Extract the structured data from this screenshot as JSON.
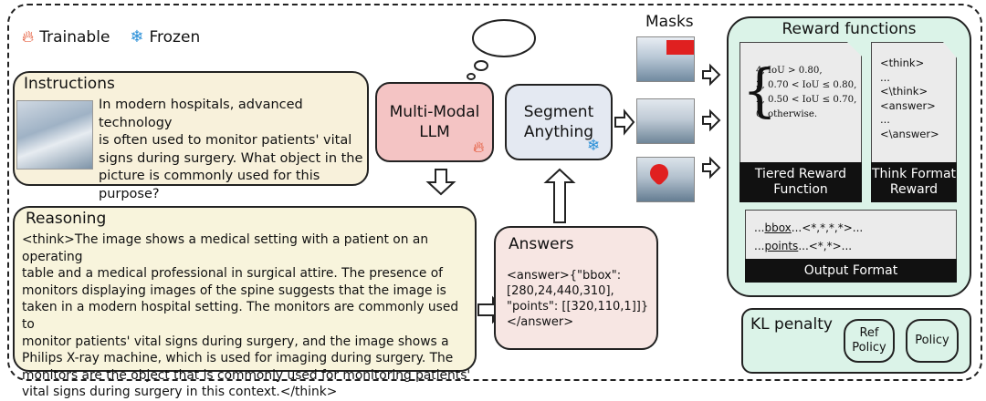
{
  "legend": {
    "trainable": "Trainable",
    "frozen": "Frozen"
  },
  "instructions": {
    "title": "Instructions",
    "lines": [
      "In modern hospitals, advanced technology",
      "is often used to monitor patients' vital",
      "signs during surgery. What object in the",
      "picture is commonly used for this purpose?"
    ]
  },
  "llm": {
    "line1": "Multi-Modal",
    "line2": "LLM"
  },
  "sam": {
    "line1": "Segment",
    "line2": "Anything"
  },
  "reasoning": {
    "title": "Reasoning",
    "lines": [
      "<think>The image shows a medical setting with a patient on an operating",
      "table and a medical professional in surgical attire. The presence of",
      "monitors displaying images of the spine suggests that the image is",
      "taken in a modern hospital setting. The monitors are commonly used to",
      "monitor patients' vital signs during surgery, and the image shows a",
      "Philips X-ray machine, which is used for imaging during surgery. The",
      "monitors are the object that is commonly used for monitoring patients'",
      "vital signs during surgery in this context.</think>"
    ]
  },
  "answers": {
    "title": "Answers",
    "text": "<answer>{\"bbox\":\n[280,24,440,310],\n\"points\": [[320,110,1]]}\n</answer>"
  },
  "masks": {
    "title": "Masks"
  },
  "reward": {
    "title": "Reward functions",
    "tiered": {
      "rows": [
        "4,   IoU > 0.80,",
        "3,   0.70 < IoU ≤ 0.80,",
        "2,   0.50 < IoU ≤ 0.70,",
        "0,   otherwise."
      ],
      "label": "Tiered Reward Function"
    },
    "think": {
      "lines": [
        "<think>",
        "...",
        "<\\think>",
        "<answer>",
        "...",
        "<\\answer>"
      ],
      "label": "Think Format Reward"
    },
    "output": {
      "line1_pre": "...",
      "line1_key": "bbox",
      "line1_post": "...<*,*,*,*>...",
      "line2_pre": "...",
      "line2_key": "points",
      "line2_post": "...<*,*>...",
      "label": "Output Format"
    }
  },
  "kl": {
    "title": "KL penalty",
    "ref_line1": "Ref",
    "ref_line2": "Policy",
    "policy": "Policy"
  },
  "colors": {
    "trainable": "#f4c4c4",
    "frozen": "#e4e9f2",
    "reward_bg": "#dbf3e8",
    "fire": "#e0401a",
    "snow": "#2a8fd8"
  }
}
